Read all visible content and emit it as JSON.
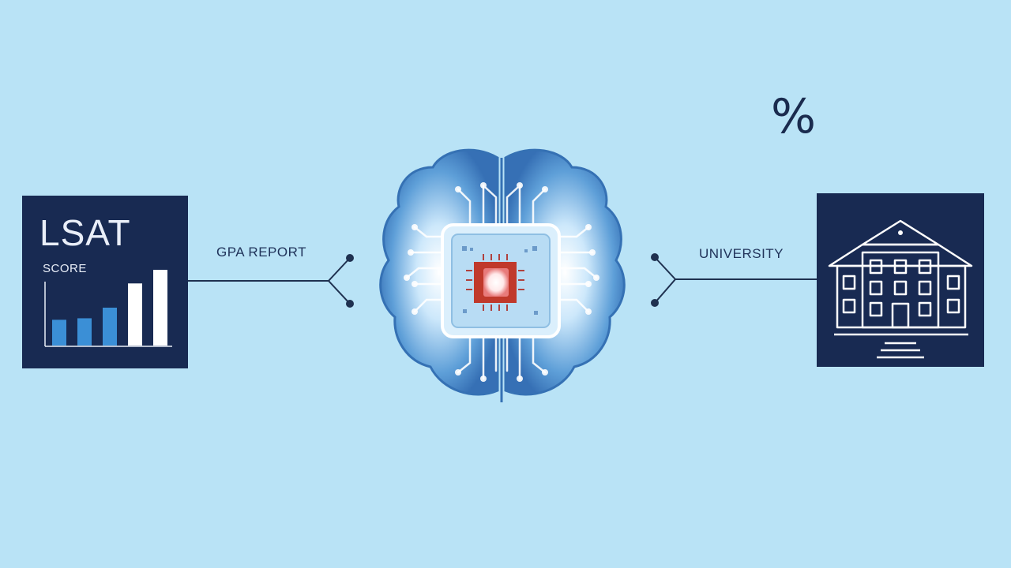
{
  "lsat_card": {
    "title": "LSAT",
    "subtitle": "SCORE",
    "bar_levels": [
      0.34,
      0.36,
      0.5,
      0.82,
      1.0
    ],
    "bar_colors": [
      "#3b8fd6",
      "#3b8fd6",
      "#3b8fd6",
      "#ffffff",
      "#ffffff"
    ]
  },
  "labels": {
    "gpa_report": "GPA REPORT",
    "university": "UNIVERSITY",
    "percent_symbol": "%"
  },
  "icons": {
    "brain": "brain-circuit-icon",
    "chip": "processor-chip-icon",
    "university": "university-building-icon"
  },
  "colors": {
    "background": "#b9e3f6",
    "card": "#182a52",
    "line": "#1f3150",
    "brain": "#3f82c6",
    "chip_core": "#c0392b"
  }
}
